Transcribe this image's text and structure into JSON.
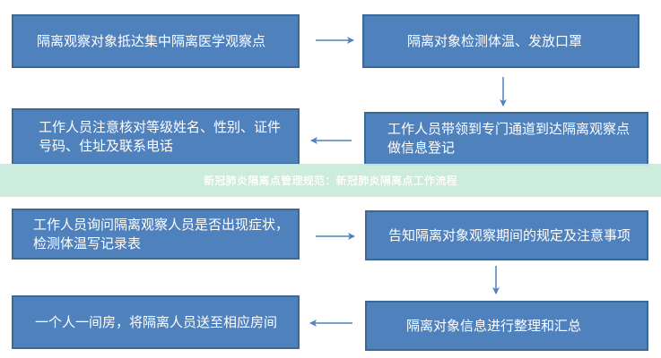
{
  "flowchart": {
    "steps": [
      {
        "text": "隔离观察对象抵达集中隔离医学观察点"
      },
      {
        "text": "隔离对象检测体温、发放口罩"
      },
      {
        "text": "工作人员带领到专门通道到达隔离观察点\n做信息登记"
      },
      {
        "text": "工作人员注意核对等级姓名、性别、证件\n号码、住址及联系电话"
      },
      {
        "text": "工作人员询问隔离观察人员是否出现症状，\n检测体温写记录表"
      },
      {
        "text": "告知隔离对象观察期间的规定及注意事项"
      },
      {
        "text": "隔离对象信息进行整理和汇总"
      },
      {
        "text": "一个人一间房，将隔离人员送至相应房间"
      }
    ],
    "box_color": "#4f81bd",
    "box_border_color": "#3a6898",
    "arrow_color": "#4f81bd"
  },
  "banner": {
    "text": "新冠肺炎隔离点管理规范：新冠肺炎隔离点工作流程",
    "background": "#c8ecda"
  }
}
